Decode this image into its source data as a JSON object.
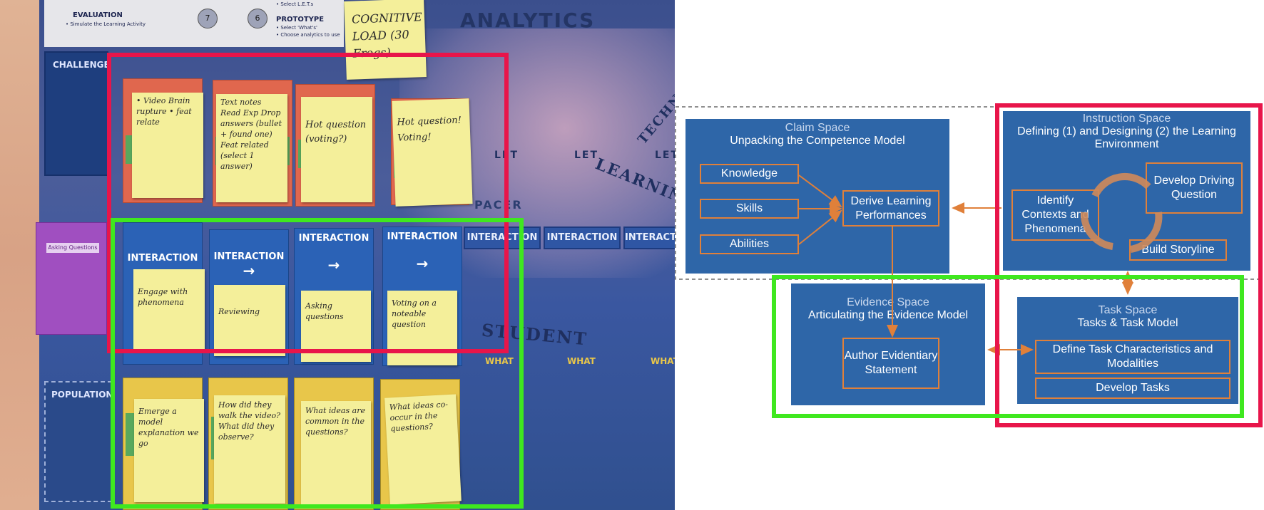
{
  "photo": {
    "header": {
      "evaluation_title": "EVALUATION",
      "evaluation_sub": "• Simulate the Learning Activity",
      "prototype_title": "PROTOTYPE",
      "prototype_sub1": "• Select 'What's'",
      "prototype_sub2": "• Choose analytics to use",
      "step_7": "7",
      "step_6": "6",
      "select_text": "• Select L.E.T.s"
    },
    "sticky_top": "COGNITIVE LOAD (30 Frogs)",
    "board_title": "ANALYTICS",
    "panel_challenge": "CHALLENGE",
    "panel_population": "POPULATION",
    "board_words": {
      "let": "LET",
      "learning": "LEARNING",
      "technology": "TECHNO",
      "student": "STUDENT",
      "what": "WHAT",
      "pacer": "PACER"
    },
    "interaction_label": "INTERACTION",
    "purple_card": "Asking Questions",
    "row1_notes": [
      "• Video  Brain rupture  • feat relate",
      "Text notes  Read Exp  Drop answers (bullet + found one)  Feat related (select 1 answer)",
      "Hot question (voting?)",
      "Hot question! Voting!"
    ],
    "row2_notes": [
      "Engage with phenomena",
      "Reviewing",
      "Asking questions",
      "Voting on a noteable question"
    ],
    "row3_notes": [
      "Emerge a model explanation we go",
      "How did they walk the video? What did they observe?",
      "What ideas are common in the questions?",
      "What ideas co-occur in the questions?"
    ]
  },
  "diagram": {
    "claim": {
      "title": "Claim Space",
      "subtitle": "Unpacking the Competence Model",
      "knowledge": "Knowledge",
      "skills": "Skills",
      "abilities": "Abilities",
      "derive": "Derive Learning Performances"
    },
    "instruction": {
      "title": "Instruction Space",
      "subtitle": "Defining (1) and Designing (2) the Learning Environment",
      "identify": "Identify Contexts and Phenomena",
      "develop_question": "Develop Driving Question",
      "storyline": "Build Storyline"
    },
    "evidence": {
      "title": "Evidence Space",
      "subtitle": "Articulating the Evidence Model",
      "author": "Author Evidentiary Statement"
    },
    "task": {
      "title": "Task Space",
      "subtitle": "Tasks & Task Model",
      "define": "Define Task Characteristics and Modalities",
      "develop": "Develop Tasks"
    }
  },
  "colors": {
    "highlight_red": "#e8154a",
    "highlight_green": "#3fe81f",
    "box_blue": "#2e66a8",
    "arrow_orange": "#e0803a"
  }
}
